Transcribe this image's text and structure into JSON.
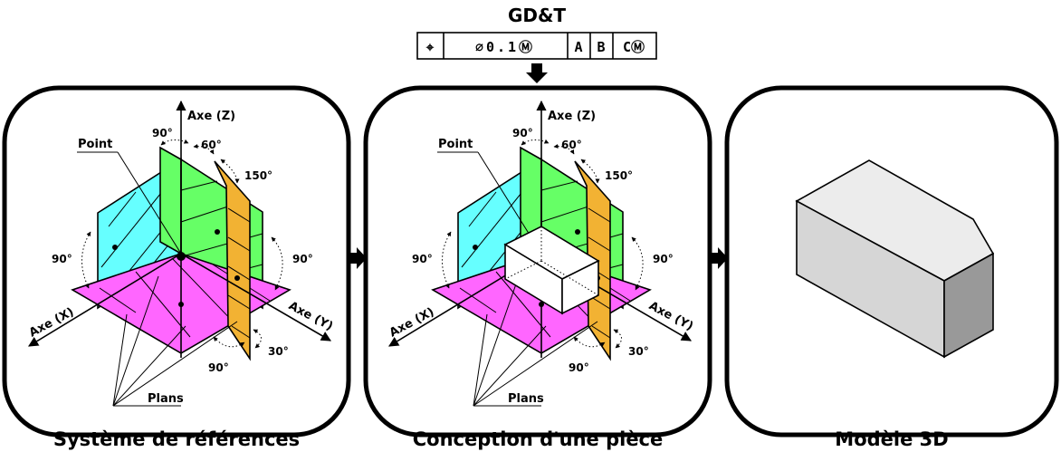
{
  "gdt": {
    "title": "GD&T",
    "frame": {
      "symbol": "⌖",
      "tolerance": "⌀0.1Ⓜ",
      "datum_a": "A",
      "datum_b": "B",
      "datum_c": "CⓂ"
    }
  },
  "panels": [
    {
      "caption": "Système de références",
      "labels": {
        "axis_z": "Axe (Z)",
        "axis_x": "Axe (X)",
        "axis_y": "Axe (Y)",
        "point": "Point",
        "plans": "Plans",
        "angle_top": "90°",
        "angle_60": "60°",
        "angle_150": "150°",
        "angle_left": "90°",
        "angle_right": "90°",
        "angle_bottom": "90°",
        "angle_30": "30°"
      }
    },
    {
      "caption": "Conception d'une pièce",
      "labels": {
        "axis_z": "Axe (Z)",
        "axis_x": "Axe (X)",
        "axis_y": "Axe (Y)",
        "point": "Point",
        "plans": "Plans",
        "angle_top": "90°",
        "angle_60": "60°",
        "angle_150": "150°",
        "angle_left": "90°",
        "angle_right": "90°",
        "angle_bottom": "90°",
        "angle_30": "30°"
      }
    },
    {
      "caption": "Modèle 3D"
    }
  ],
  "colors": {
    "plane_xz": "#66ffff",
    "plane_yz": "#66ff66",
    "plane_xy": "#ff66ff",
    "plane_oblique": "#f2b233",
    "box_face": "#ffffff",
    "model_light": "#d6d6d6",
    "model_dark": "#999999",
    "model_top": "#ececec"
  }
}
